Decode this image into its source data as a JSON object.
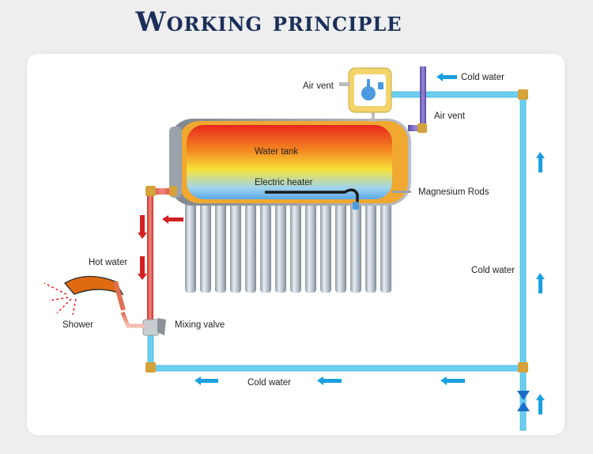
{
  "title": "Working principle",
  "labels": {
    "cold_water_top": "Cold water",
    "air_vent_left": "Air vent",
    "air_vent_right": "Air vent",
    "water_tank": "Water tank",
    "electric_heater": "Electric heater",
    "magnesium_rods": "Magnesium Rods",
    "hot_water": "Hot water",
    "shower": "Shower",
    "mixing_valve": "Mixing valve",
    "cold_water_right": "Cold water",
    "cold_water_bottom": "Cold water"
  },
  "colors": {
    "title": "#1b2f5a",
    "cold_pipe": "#6ccff0",
    "hot_pipe": "#e0483c",
    "arrow_cold": "#1aa0e0",
    "arrow_hot": "#d42020",
    "tank_shell": "#f0a830",
    "fitting": "#d4a238",
    "shower_head": "#e06a10"
  },
  "icons": [
    "air-vent-valve-icon",
    "shower-head-icon",
    "mixing-valve-icon",
    "check-valve-icon",
    "elbow-fitting-icon"
  ]
}
